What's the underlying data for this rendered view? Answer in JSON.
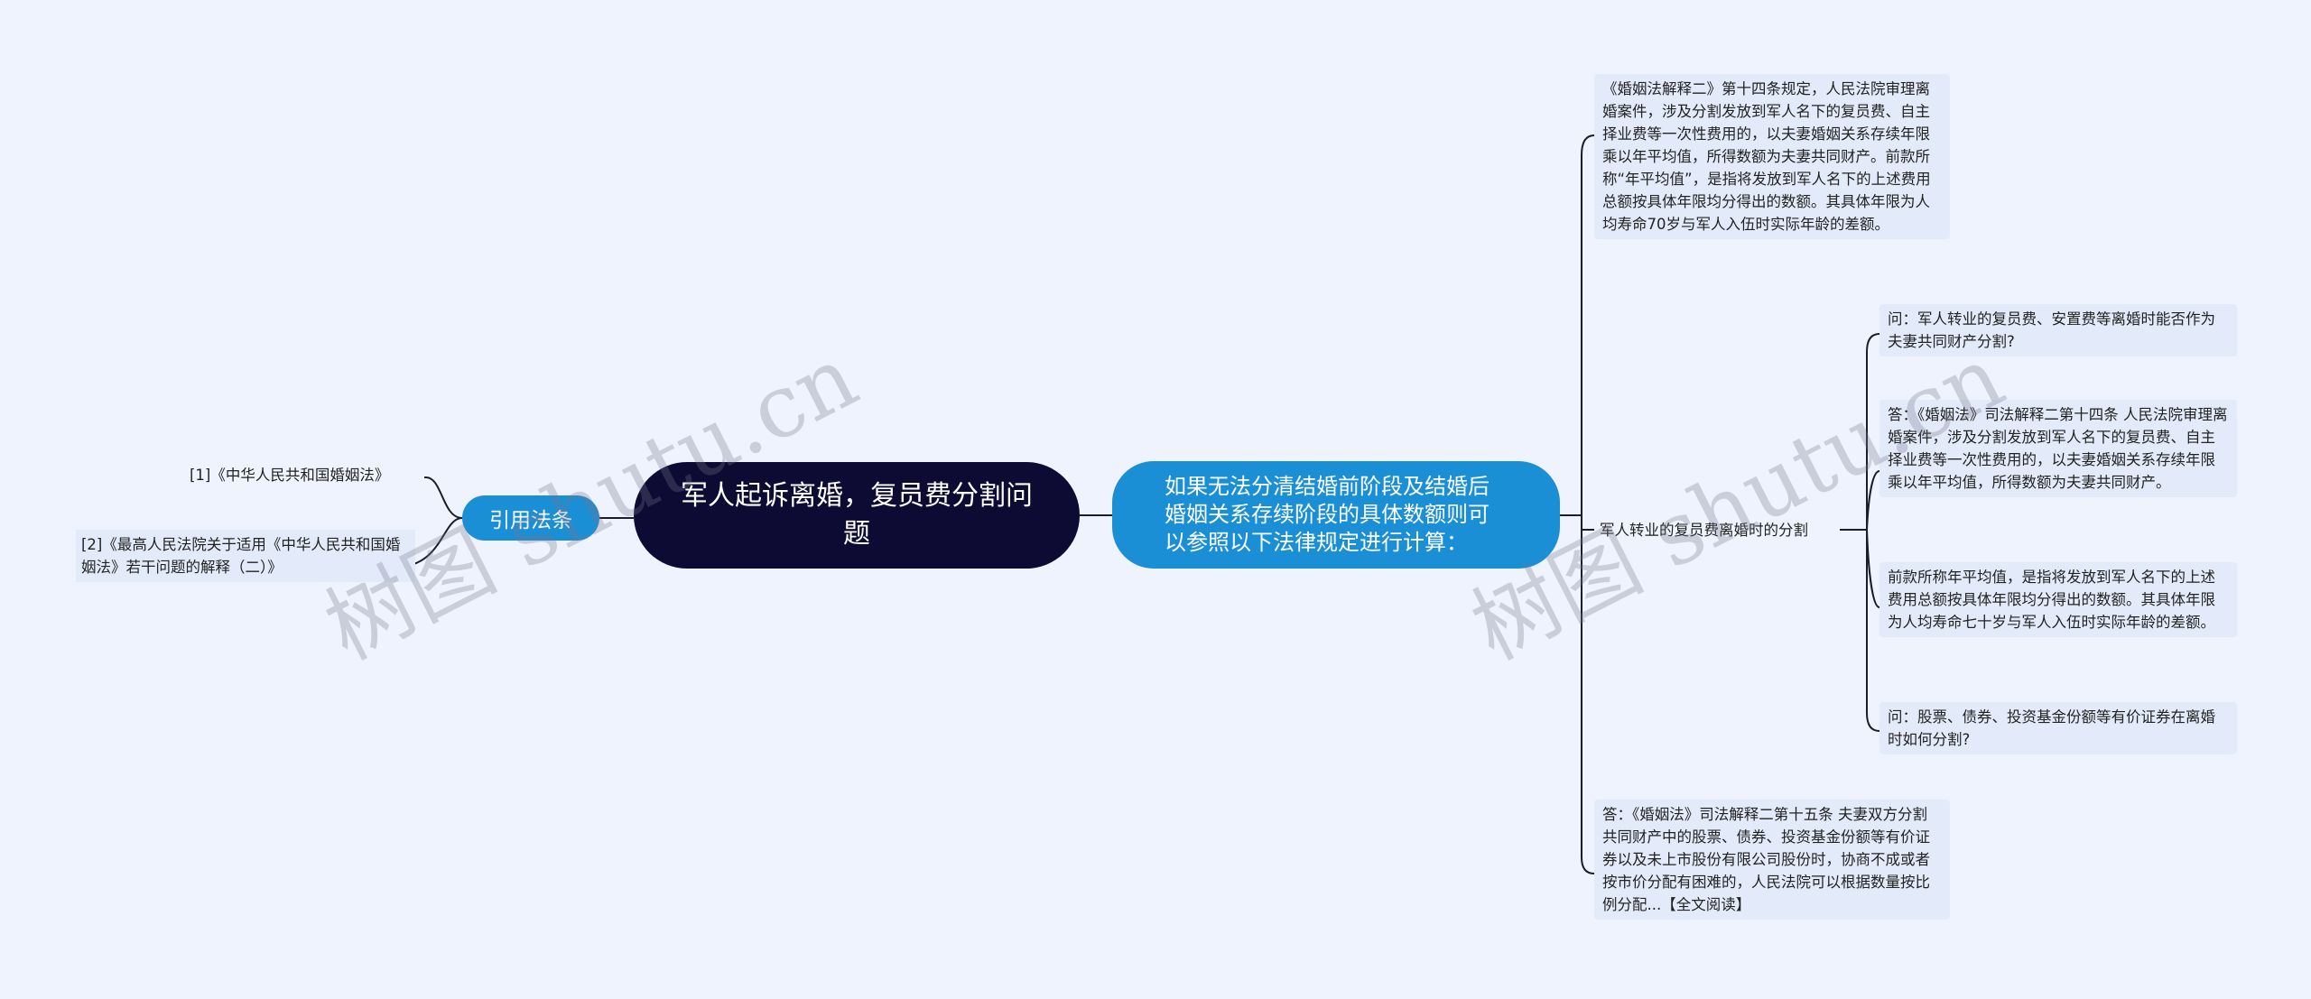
{
  "root": {
    "title": "军人起诉离婚，复员费分割问题"
  },
  "cite": {
    "label": "引用法条",
    "refs": [
      "[1]《中华人民共和国婚姻法》",
      "[2]《最高人民法院关于适用《中华人民共和国婚姻法》若干问题的解释（二）》"
    ]
  },
  "center": {
    "text": "如果无法分清结婚前阶段及结婚后婚姻关系存续阶段的具体数额则可以参照以下法律规定进行计算："
  },
  "right": {
    "top_note": "《婚姻法解释二》第十四条规定，人民法院审理离婚案件，涉及分割发放到军人名下的复员费、自主择业费等一次性费用的，以夫妻婚姻关系存续年限乘以年平均值，所得数额为夫妻共同财产。前款所称“年平均值”，是指将发放到军人名下的上述费用总额按具体年限均分得出的数额。其具体年限为人均寿命70岁与军人入伍时实际年龄的差额。",
    "branch_label": "军人转业的复员费离婚时的分割",
    "sub_items": [
      "问：军人转业的复员费、安置费等离婚时能否作为夫妻共同财产分割?",
      "答：《婚姻法》司法解释二第十四条 人民法院审理离婚案件，涉及分割发放到军人名下的复员费、自主择业费等一次性费用的，以夫妻婚姻关系存续年限乘以年平均值，所得数额为夫妻共同财产。",
      "前款所称年平均值，是指将发放到军人名下的上述费用总额按具体年限均分得出的数额。其具体年限为人均寿命七十岁与军人入伍时实际年龄的差额。",
      "问：股票、债券、投资基金份额等有价证券在离婚时如何分割?"
    ],
    "bottom_note": "答：《婚姻法》司法解释二第十五条 夫妻双方分割共同财产中的股票、债券、投资基金份额等有价证券以及未上市股份有限公司股份时，协商不成或者按市价分配有困难的，人民法院可以根据数量按比例分配...【全文阅读】"
  },
  "watermarks": [
    "树图 shutu.cn",
    "树图 shutu.cn"
  ],
  "colors": {
    "background": "#eef3fd",
    "root": "#0d0b33",
    "accent": "#1b8fd6",
    "leaf_bg": "#e3ebfb",
    "line": "#1c1c2c"
  }
}
